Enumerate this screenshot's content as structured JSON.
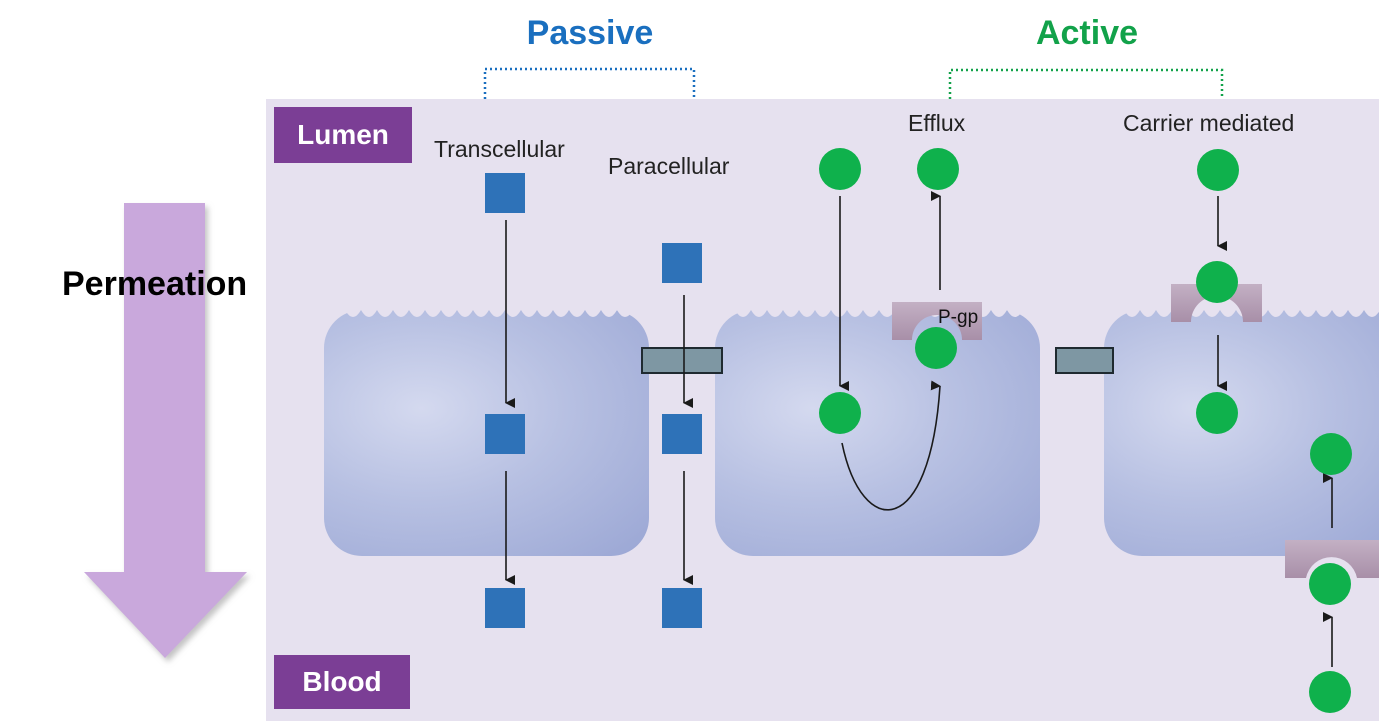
{
  "categories": {
    "passive": "Passive",
    "active": "Active"
  },
  "colors": {
    "passive": "#1a6fbf",
    "active": "#12a24a",
    "tag": "#7b3e95",
    "panel": "#e6e1ef",
    "arrow": "#c9a8dc",
    "square": "#2e72b8",
    "circle": "#0fb14c"
  },
  "regions": {
    "top": "Lumen",
    "bottom": "Blood"
  },
  "side_label": "Permeation",
  "routes": {
    "transcellular": "Transcellular",
    "paracellular": "Paracellular",
    "efflux": "Efflux",
    "carrier": "Carrier mediated"
  },
  "transporter": "P-gp"
}
